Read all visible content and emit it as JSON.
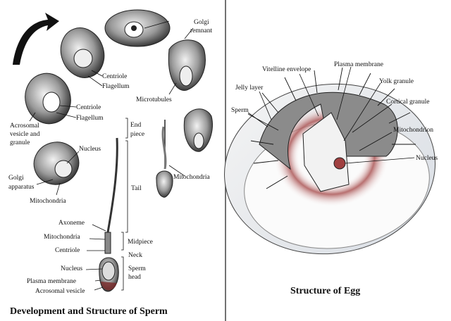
{
  "left_panel": {
    "caption": "Development and Structure of Sperm",
    "labels": {
      "golgi_remnant_1": "Golgi",
      "golgi_remnant_2": "remnant",
      "centriole_top": "Centriole",
      "flagellum_top": "Flagellum",
      "microtubules": "Microtubules",
      "centriole_mid": "Centriole",
      "flagellum_mid": "Flagellum",
      "acrosomal_1": "Acrosomal",
      "acrosomal_2": "vesicle and",
      "acrosomal_3": "granule",
      "end_piece_1": "End",
      "end_piece_2": "piece",
      "nucleus_mid": "Nucleus",
      "golgi_app_1": "Golgi",
      "golgi_app_2": "apparatus",
      "mitochondria_left": "Mitochondria",
      "tail": "Tail",
      "mitochondria_right": "Mitochondria",
      "axoneme": "Axoneme",
      "mitochondria_mature": "Mitochondria",
      "midpiece": "Midpiece",
      "centriole_mature": "Centriole",
      "neck": "Neck",
      "nucleus_mature": "Nucleus",
      "sperm_head_1": "Sperm",
      "sperm_head_2": "head",
      "plasma_membrane": "Plasma membrane",
      "acrosomal_vesicle": "Acrosomal vesicle"
    }
  },
  "right_panel": {
    "caption": "Structure of Egg",
    "labels": {
      "plasma_membrane": "Plasma membrane",
      "vitelline_envelope": "Vitelline envelope",
      "yolk_granule": "Yolk granule",
      "jelly_layer": "Jelly layer",
      "cortical_granule": "Cortical granule",
      "sperm": "Sperm",
      "mitochondrion": "Mitochondrion",
      "nucleus": "Nucleus"
    }
  }
}
